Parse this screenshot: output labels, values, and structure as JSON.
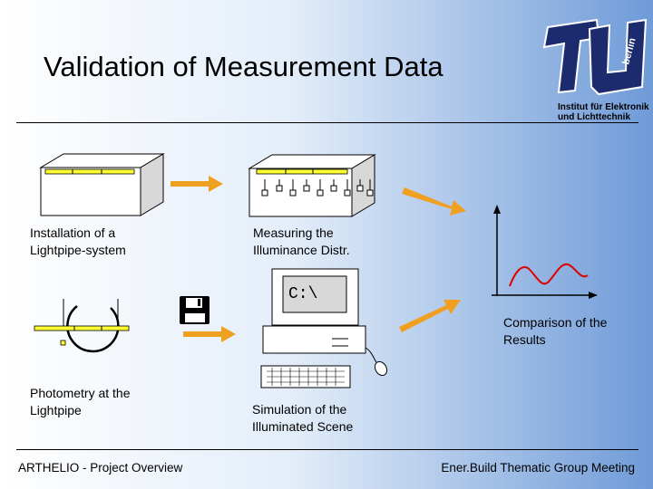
{
  "slide": {
    "title": "Validation of Measurement Data",
    "logo_caption": "Institut für Elektronik\nund Lichttechnik",
    "logo_text": "berlin",
    "labels": {
      "installation": "Installation of a\nLightpipe-system",
      "measuring": "Measuring the\nIlluminance Distr.",
      "photometry": "Photometry at the\nLightpipe",
      "simulation": "Simulation of the\nIlluminated Scene",
      "comparison": "Comparison of the\nResults"
    },
    "screen_prompt": "C:\\",
    "footer_left": "ARTHELIO - Project Overview",
    "footer_right": "Ener.Build Thematic Group Meeting"
  },
  "colors": {
    "arrow": "#f0a020",
    "lightpipe": "#ffff33",
    "box_front": "#ffffff",
    "box_side": "#d8d8d8",
    "curve": "#e00000"
  }
}
